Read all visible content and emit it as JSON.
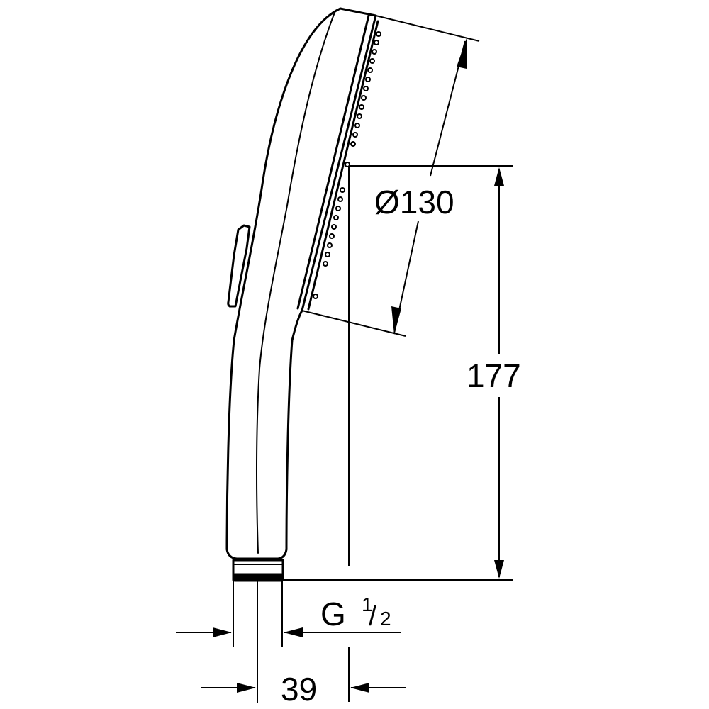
{
  "drawing": {
    "subject": "Hand shower side view",
    "line_color": "#000000",
    "background": "#ffffff"
  },
  "dimensions": {
    "spray_face_diameter": {
      "symbol": "Ø",
      "value": "130",
      "label": "Ø130"
    },
    "height_to_face": {
      "value": "177",
      "label": "177"
    },
    "thread": {
      "prefix": "G",
      "numerator": "1",
      "slash": "/",
      "denominator": "2"
    },
    "offset": {
      "value": "39",
      "label": "39"
    }
  }
}
